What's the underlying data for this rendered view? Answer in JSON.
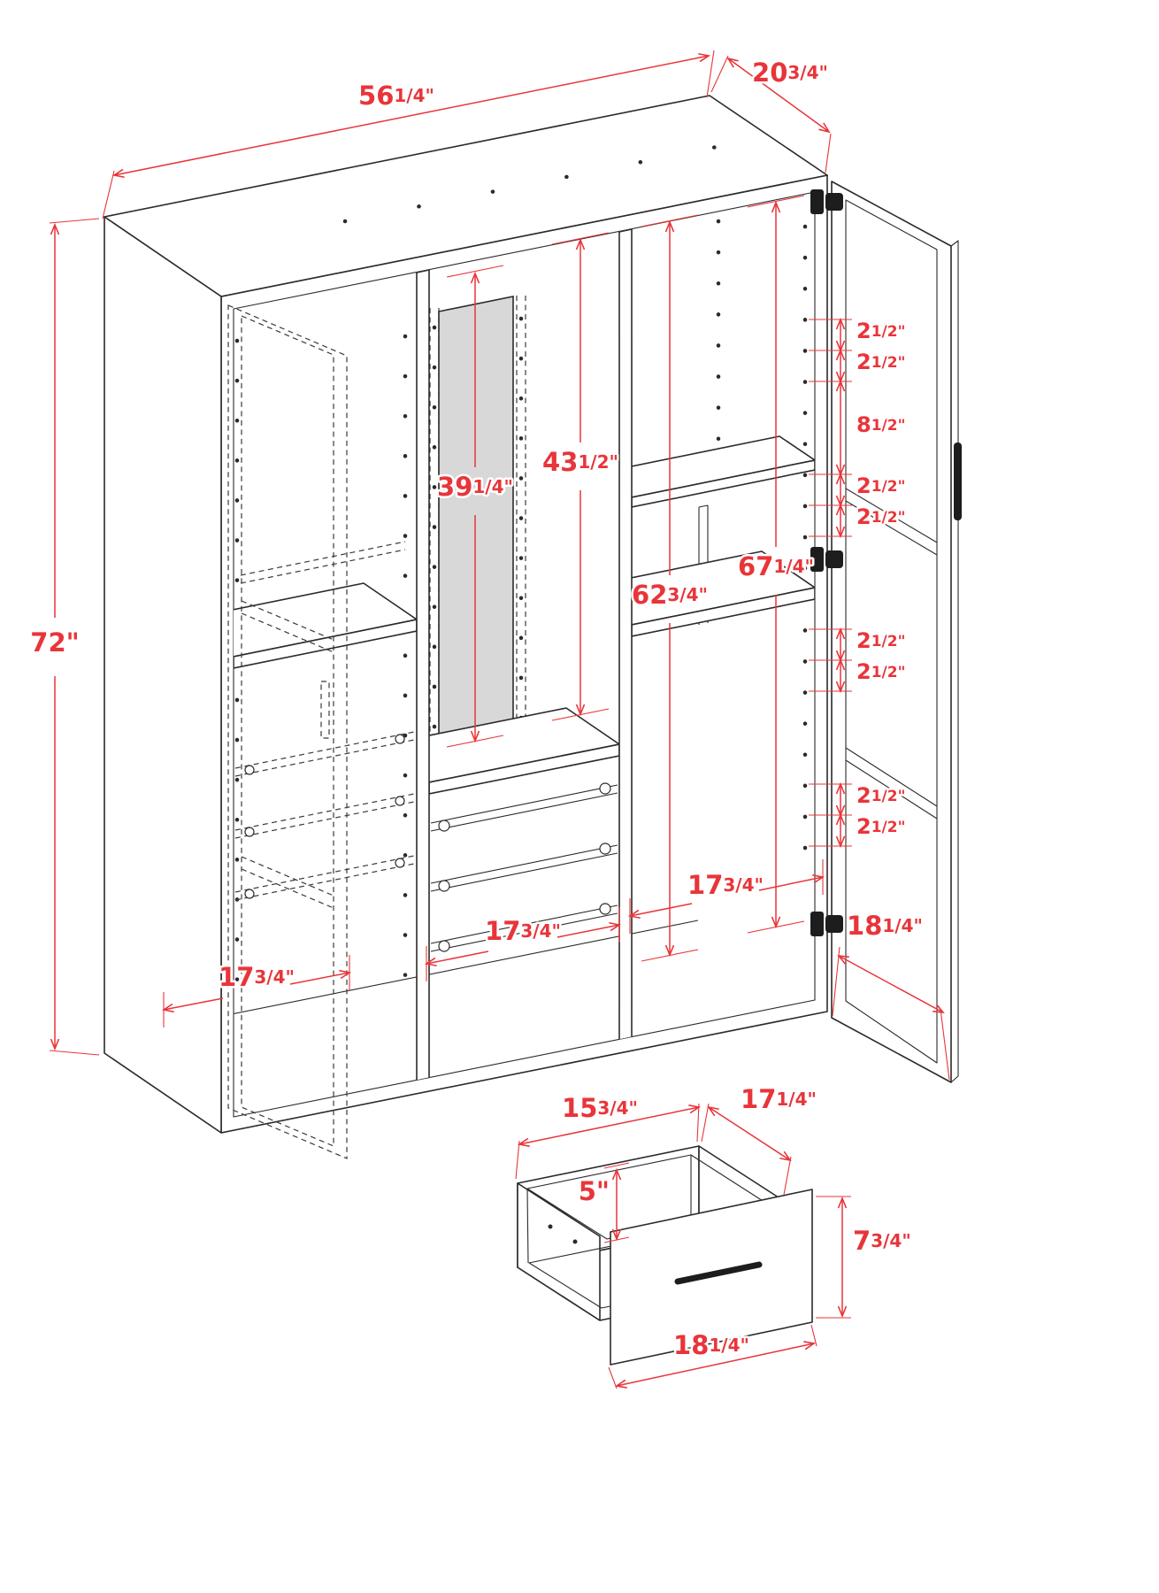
{
  "diagram": {
    "title": "Wardrobe assembly dimension diagram",
    "accent_color": "#e8353a",
    "line_color": "#2b2b2b",
    "mirror_fill": "#d8d8d8"
  },
  "wardrobe": {
    "overall": {
      "width": {
        "main": "56",
        "frac": "1/4\""
      },
      "depth": {
        "main": "20",
        "frac": "3/4\""
      },
      "height": {
        "main": "72\"",
        "frac": ""
      }
    },
    "interior": {
      "mirror_height": {
        "main": "39",
        "frac": "1/4\""
      },
      "middle_height": {
        "main": "43",
        "frac": "1/2\""
      },
      "right_height": {
        "main": "62",
        "frac": "3/4\""
      },
      "door_height": {
        "main": "67",
        "frac": "1/4\""
      },
      "left_width": {
        "main": "17",
        "frac": "3/4\""
      },
      "middle_width": {
        "main": "17",
        "frac": "3/4\""
      },
      "right_width": {
        "main": "17",
        "frac": "3/4\""
      },
      "door_width": {
        "main": "18",
        "frac": "1/4\""
      }
    },
    "hole_spacing": [
      {
        "main": "2",
        "frac": "1/2\""
      },
      {
        "main": "2",
        "frac": "1/2\""
      },
      {
        "main": "8",
        "frac": "1/2\""
      },
      {
        "main": "2",
        "frac": "1/2\""
      },
      {
        "main": "2",
        "frac": "1/2\""
      },
      {
        "main": "2",
        "frac": "1/2\""
      },
      {
        "main": "2",
        "frac": "1/2\""
      },
      {
        "main": "2",
        "frac": "1/2\""
      },
      {
        "main": "2",
        "frac": "1/2\""
      }
    ]
  },
  "drawer": {
    "inner_width": {
      "main": "15",
      "frac": "3/4\""
    },
    "depth": {
      "main": "17",
      "frac": "1/4\""
    },
    "inner_height": {
      "main": "5\"",
      "frac": ""
    },
    "front_height": {
      "main": "7",
      "frac": "3/4\""
    },
    "front_width": {
      "main": "18",
      "frac": "1/4\""
    }
  }
}
